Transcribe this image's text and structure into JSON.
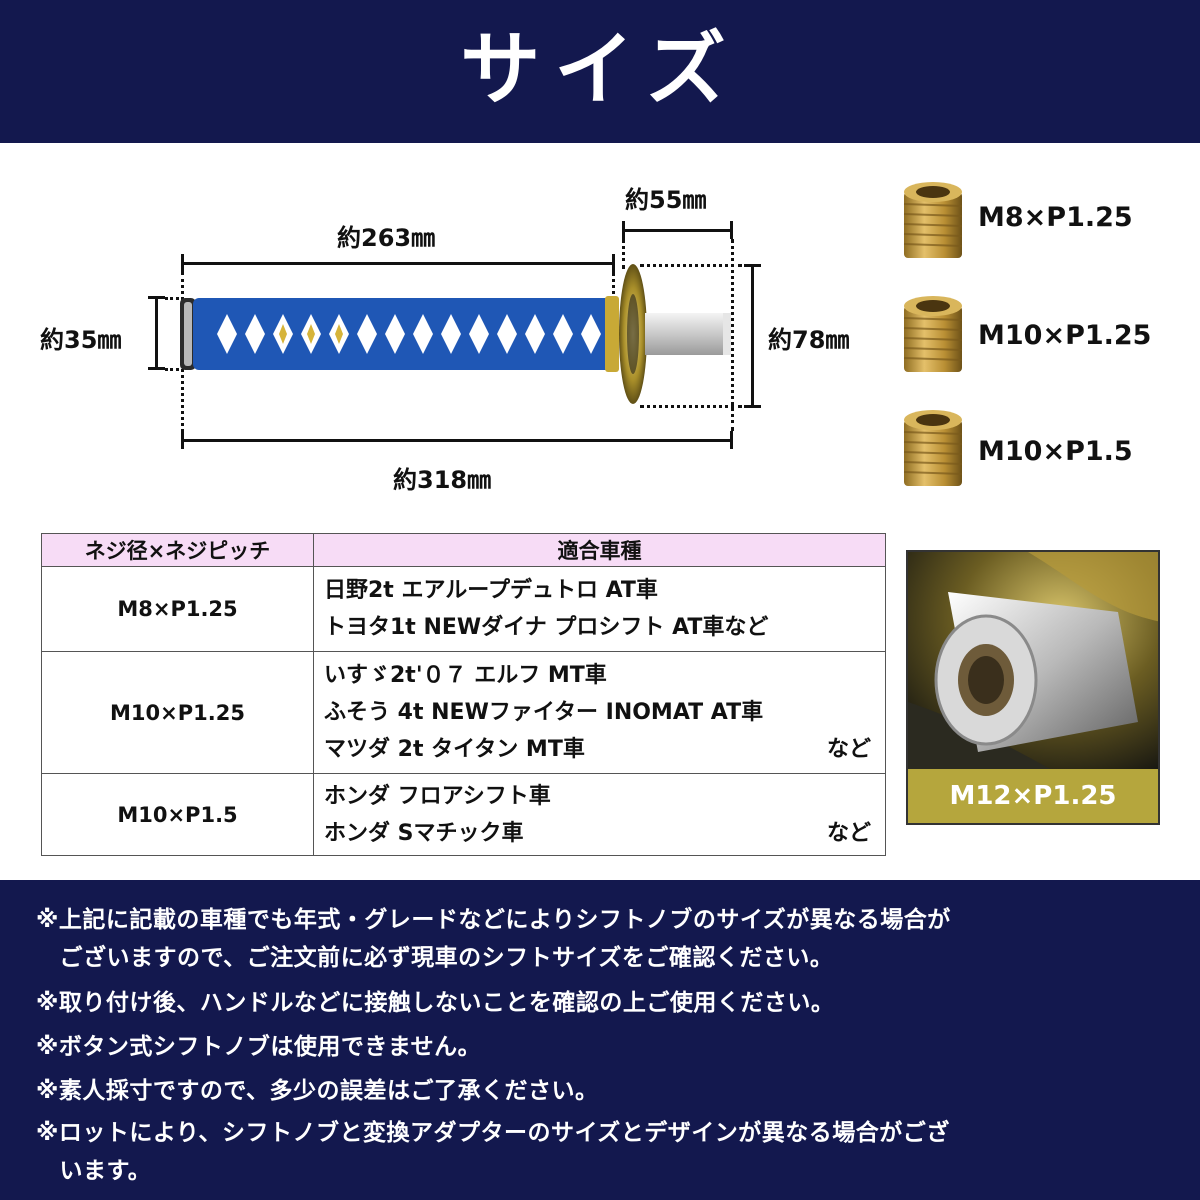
{
  "header": {
    "title": "サイズ"
  },
  "diagram": {
    "dim_top_left": "約263㎜",
    "dim_top_right": "約55㎜",
    "dim_left": "約35㎜",
    "dim_right": "約78㎜",
    "dim_bottom": "約318㎜",
    "handle_color": "#1f57b5"
  },
  "adapters": [
    {
      "label": "M8×P1.25"
    },
    {
      "label": "M10×P1.25"
    },
    {
      "label": "M10×P1.5"
    }
  ],
  "table": {
    "headers": [
      "ネジ径×ネジピッチ",
      "適合車種"
    ],
    "rows": [
      {
        "pitch": "M8×P1.25",
        "cars": [
          {
            "text": "日野2t エアループデュトロ AT車",
            "suffix": ""
          },
          {
            "text": "トヨタ1t NEWダイナ プロシフト AT車など",
            "suffix": ""
          }
        ]
      },
      {
        "pitch": "M10×P1.25",
        "cars": [
          {
            "text": "いすゞ2t'０７ エルフ MT車",
            "suffix": ""
          },
          {
            "text": "ふそう 4t NEWファイター INOMAT AT車",
            "suffix": ""
          },
          {
            "text": "マツダ 2t タイタン MT車",
            "suffix": "など"
          }
        ]
      },
      {
        "pitch": "M10×P1.5",
        "cars": [
          {
            "text": "ホンダ フロアシフト車",
            "suffix": ""
          },
          {
            "text": "ホンダ Sマチック車",
            "suffix": "など"
          }
        ]
      }
    ]
  },
  "photo": {
    "caption": "M12×P1.25"
  },
  "notes": [
    "※上記に記載の車種でも年式・グレードなどによりシフトノブのサイズが異なる場合が",
    "　ございますので、ご注文前に必ず現車のシフトサイズをご確認ください。",
    "※取り付け後、ハンドルなどに接触しないことを確認の上ご使用ください。",
    "※ボタン式シフトノブは使用できません。",
    "※素人採寸ですので、多少の誤差はご了承ください。",
    "※ロットにより、シフトノブと変換アダプターのサイズとデザインが異なる場合がござ",
    "　います。"
  ]
}
